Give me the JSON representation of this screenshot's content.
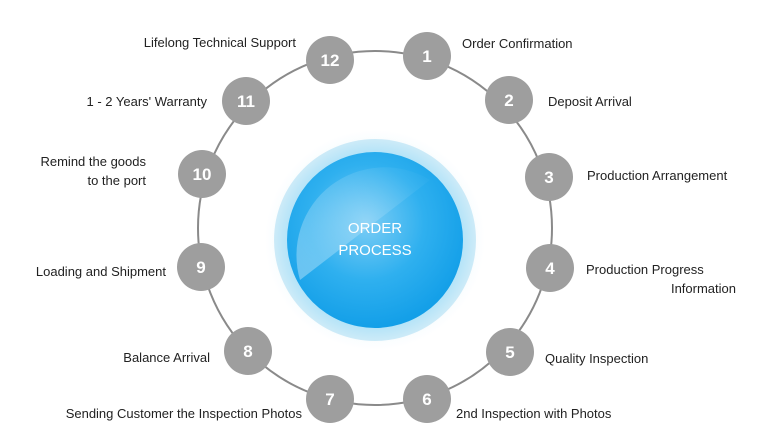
{
  "center": {
    "line1": "ORDER",
    "line2": "PROCESS"
  },
  "colors": {
    "ring": "#8a8a8a",
    "node": "#9e9e9e",
    "node_text": "#ffffff",
    "center_glow": "#dff3fc",
    "center_light": "#b9e6fa",
    "center_mid": "#3db3ee",
    "center_dark": "#1aa3ea",
    "center_text": "#ffffff"
  },
  "steps": [
    {
      "num": "1",
      "label": [
        "Order Confirmation"
      ]
    },
    {
      "num": "2",
      "label": [
        "Deposit Arrival"
      ]
    },
    {
      "num": "3",
      "label": [
        "Production Arrangement"
      ]
    },
    {
      "num": "4",
      "label": [
        "Production Progress",
        "Information"
      ]
    },
    {
      "num": "5",
      "label": [
        "Quality Inspection"
      ]
    },
    {
      "num": "6",
      "label": [
        "2nd Inspection with Photos"
      ]
    },
    {
      "num": "7",
      "label": [
        "Sending Customer the Inspection Photos"
      ]
    },
    {
      "num": "8",
      "label": [
        "Balance Arrival"
      ]
    },
    {
      "num": "9",
      "label": [
        "Loading and Shipment"
      ]
    },
    {
      "num": "10",
      "label": [
        "Remind the goods",
        "to the port"
      ]
    },
    {
      "num": "11",
      "label": [
        "1 - 2 Years' Warranty"
      ]
    },
    {
      "num": "12",
      "label": [
        "Lifelong Technical Support"
      ]
    }
  ]
}
